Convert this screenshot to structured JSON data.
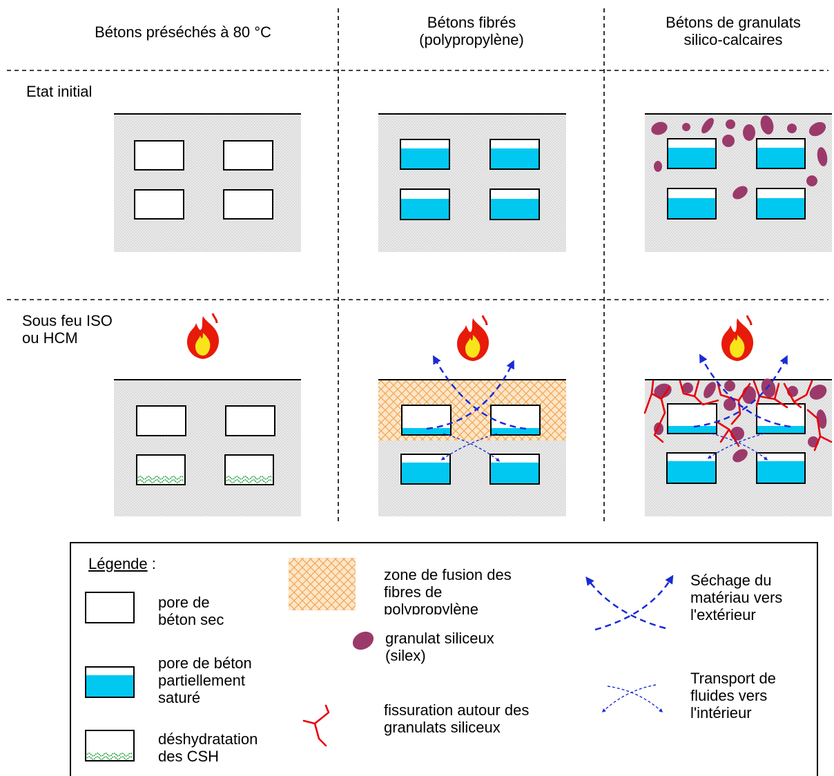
{
  "columns": [
    {
      "title_lines": [
        "Bétons préséchés à 80 °C"
      ]
    },
    {
      "title_lines": [
        "Bétons fibrés",
        "(polypropylène)"
      ]
    },
    {
      "title_lines": [
        "Bétons de granulats",
        "silico-calcaires"
      ]
    }
  ],
  "rows": [
    {
      "label_lines": [
        "Etat initial"
      ]
    },
    {
      "label_lines": [
        "Sous feu ISO",
        "ou HCM"
      ]
    }
  ],
  "legend": {
    "title": "Légende",
    "title_suffix": " :",
    "items": [
      {
        "icon": "dry-pore-icon",
        "lines": [
          "pore de",
          "béton sec"
        ]
      },
      {
        "icon": "saturated-pore-icon",
        "lines": [
          "pore de béton",
          "partiellement",
          "saturé"
        ]
      },
      {
        "icon": "dehydration-pore-icon",
        "lines": [
          "déshydratation",
          "des CSH"
        ]
      },
      {
        "icon": "melt-zone-icon",
        "lines": [
          "zone de fusion des",
          "fibres de",
          "polypropylène"
        ]
      },
      {
        "icon": "siliceous-aggregate-icon",
        "lines": [
          "granulat siliceux",
          "(silex)"
        ]
      },
      {
        "icon": "crack-icon",
        "lines": [
          "fissuration autour des",
          "granulats siliceux"
        ]
      },
      {
        "icon": "drying-arrows-icon",
        "lines": [
          "Séchage du",
          "matériau vers",
          "l'extérieur"
        ]
      },
      {
        "icon": "transport-arrows-icon",
        "lines": [
          "Transport de",
          "fluides vers",
          "l'intérieur"
        ]
      }
    ]
  },
  "colors": {
    "water": "#00c8f0",
    "aggregate": "#9b3a6a",
    "crack": "#e8000a",
    "arrow": "#1a2bd6",
    "melt": "#f5b86a",
    "dehydration": "#1e9e3a",
    "concrete": "#e3e3e3",
    "flame_outer": "#e81a0a",
    "flame_inner": "#f7e41a"
  }
}
